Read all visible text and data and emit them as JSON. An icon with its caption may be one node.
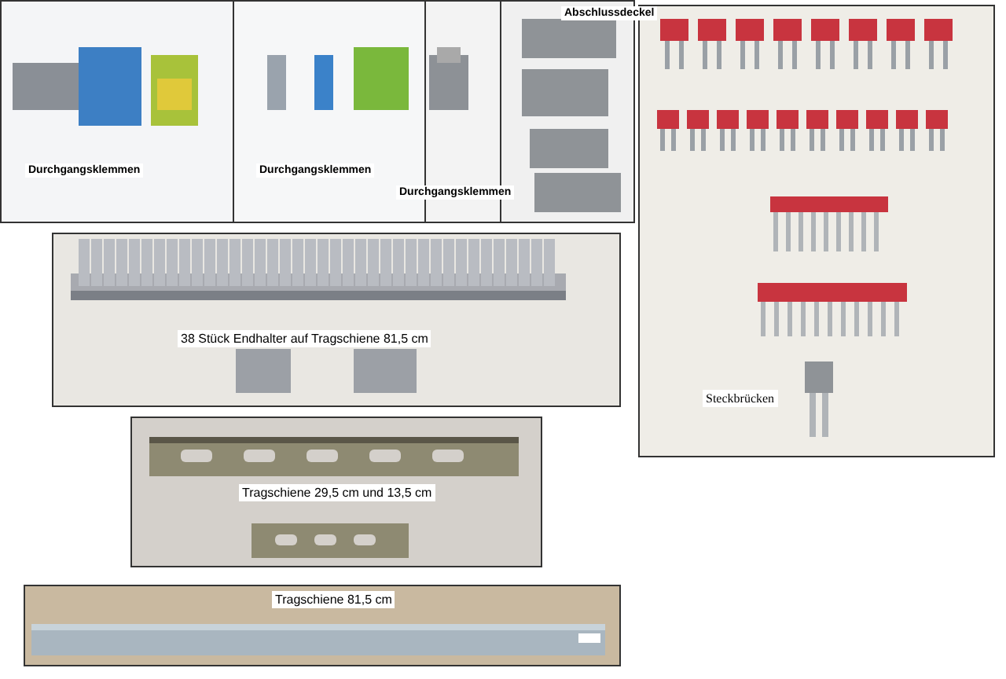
{
  "diagram": {
    "labels": [
      "Abschlussdeckel",
      "Durchgangsklemmen",
      "Durchgangsklemmen",
      "Durchgangsklemmen",
      "38 Stück Endhalter auf Tragschiene 81,5 cm",
      "Steckbrücken",
      "Tragschiene 29,5 cm und 13,5 cm",
      "Tragschiene 81,5 cm"
    ]
  }
}
